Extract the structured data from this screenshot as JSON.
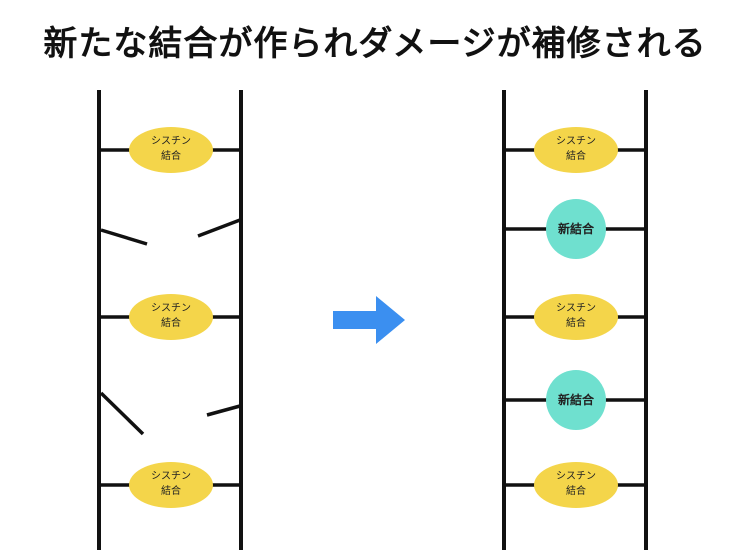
{
  "title": "新たな結合が作られダメージが補修される",
  "colors": {
    "rail": "#111111",
    "cystine_bond": "#f4d54a",
    "new_bond": "#6fe0cf",
    "arrow": "#3b8ff0"
  },
  "left_ladder": {
    "rungs": [
      {
        "kind": "cystine",
        "line1": "シスチン",
        "line2": "結合"
      },
      {
        "kind": "broken"
      },
      {
        "kind": "cystine",
        "line1": "シスチン",
        "line2": "結合"
      },
      {
        "kind": "broken"
      },
      {
        "kind": "cystine",
        "line1": "シスチン",
        "line2": "結合"
      }
    ]
  },
  "arrow": {
    "direction": "right"
  },
  "right_ladder": {
    "rungs": [
      {
        "kind": "cystine",
        "line1": "シスチン",
        "line2": "結合"
      },
      {
        "kind": "new",
        "label": "新結合"
      },
      {
        "kind": "cystine",
        "line1": "シスチン",
        "line2": "結合"
      },
      {
        "kind": "new",
        "label": "新結合"
      },
      {
        "kind": "cystine",
        "line1": "シスチン",
        "line2": "結合"
      }
    ]
  }
}
